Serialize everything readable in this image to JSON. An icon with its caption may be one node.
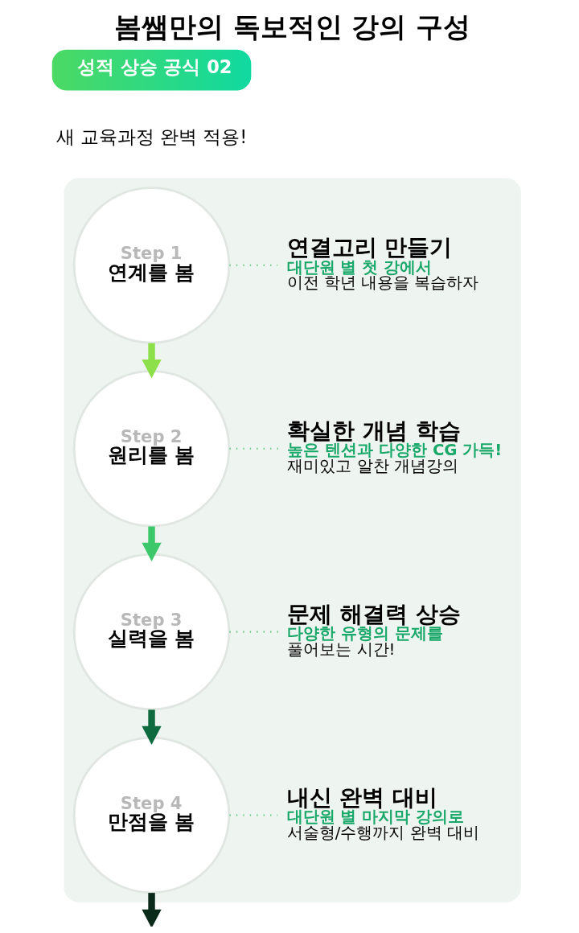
{
  "diagram": {
    "title": "봄쌤만의 독보적인 강의 구성",
    "nodes": [
      {
        "text": [
          "성적 상승 공식 02"
        ]
      },
      {
        "text": [],
        "shape": "box"
      },
      {
        "text": [
          "Step 1",
          "연계를 봄"
        ],
        "in": 1
      },
      {
        "text": [
          "연결고리 만들기",
          "대단원 별 첫 강에서",
          "이전 학년 내용을 복습하자"
        ],
        "in": 1
      },
      {
        "text": [
          "Step 2",
          "원리를 봄"
        ],
        "in": 1
      },
      {
        "text": [
          "확실한 개념 학습",
          "높은 텐션과 다양한 CG 가득!",
          "재미있고 알찬 개념강의"
        ],
        "in": 1
      },
      {
        "text": [
          "Step 3",
          "실력을 봄"
        ],
        "in": 1
      },
      {
        "text": [
          "문제 해결력 상승",
          "다양한 유형의 문제를",
          "풀어보는 시간!"
        ],
        "in": 1
      },
      {
        "text": [
          "Step 4",
          "만점을 봄"
        ],
        "in": 1
      },
      {
        "text": [
          "내신 완벽 대비",
          "대단원 별 마지막 강의로",
          "서술형/수행까지 완벽 대비"
        ],
        "in": 1
      }
    ],
    "edges": [
      {
        "from": 2,
        "to": 4,
        "arrow": "to",
        "style": "thick",
        "color": "#8ee04a"
      },
      {
        "from": 4,
        "to": 6,
        "arrow": "to",
        "style": "thick",
        "color": "#3cc86a"
      },
      {
        "from": 6,
        "to": 8,
        "arrow": "to",
        "style": "thick",
        "color": "#0e6b3f"
      },
      {
        "from": 8,
        "to": null,
        "arrow": "to",
        "style": "thick",
        "color": "#0a2a1a"
      },
      {
        "from": 2,
        "to": 3,
        "arrow": "none",
        "style": "dashed",
        "color": "#5cc87a"
      },
      {
        "from": 4,
        "to": 5,
        "arrow": "none",
        "style": "dashed",
        "color": "#5cc87a"
      },
      {
        "from": 6,
        "to": 7,
        "arrow": "none",
        "style": "dashed",
        "color": "#5cc87a"
      },
      {
        "from": 8,
        "to": 9,
        "arrow": "none",
        "style": "dashed",
        "color": "#5cc87a"
      }
    ],
    "labels": [
      "새 교육과정 완벽 적용!"
    ]
  }
}
